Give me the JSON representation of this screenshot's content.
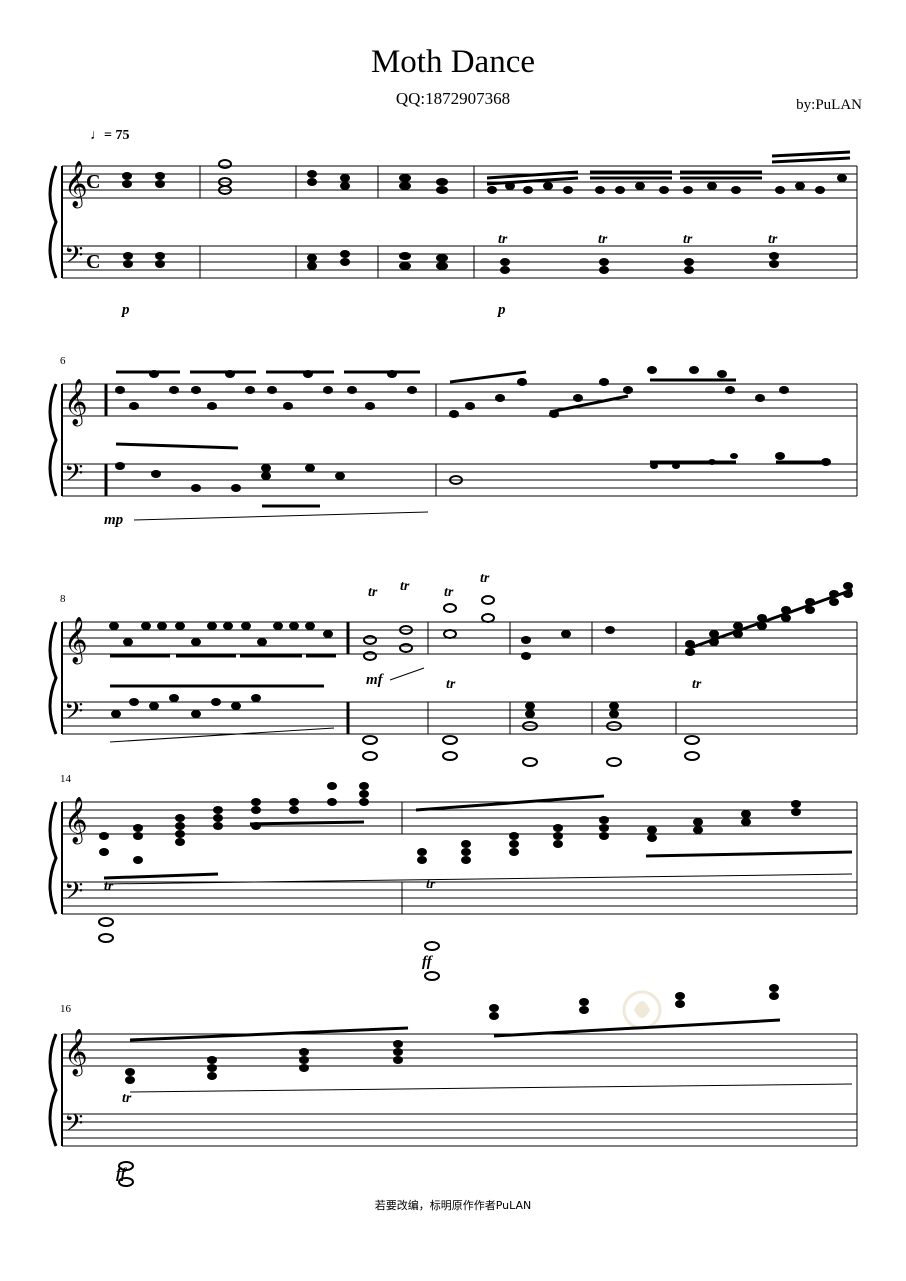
{
  "score": {
    "title": "Moth Dance",
    "subtitle": "QQ:1872907368",
    "composer": "by:PuLAN",
    "tempo": "♩= 75",
    "footer": "若要改编，标明原作作者PuLAN",
    "watermark_icon": "logo-watermark-icon"
  },
  "systems": [
    {
      "measure_number": ""
    },
    {
      "measure_number": "6"
    },
    {
      "measure_number": "8"
    },
    {
      "measure_number": "14"
    },
    {
      "measure_number": "16"
    }
  ],
  "dynamics": {
    "p1": "p",
    "p2": "p",
    "mp": "mp",
    "mf": "mf",
    "ff1": "ff",
    "ff2": "ff"
  },
  "ornaments": {
    "trill": "tr"
  },
  "time_signature": "C"
}
